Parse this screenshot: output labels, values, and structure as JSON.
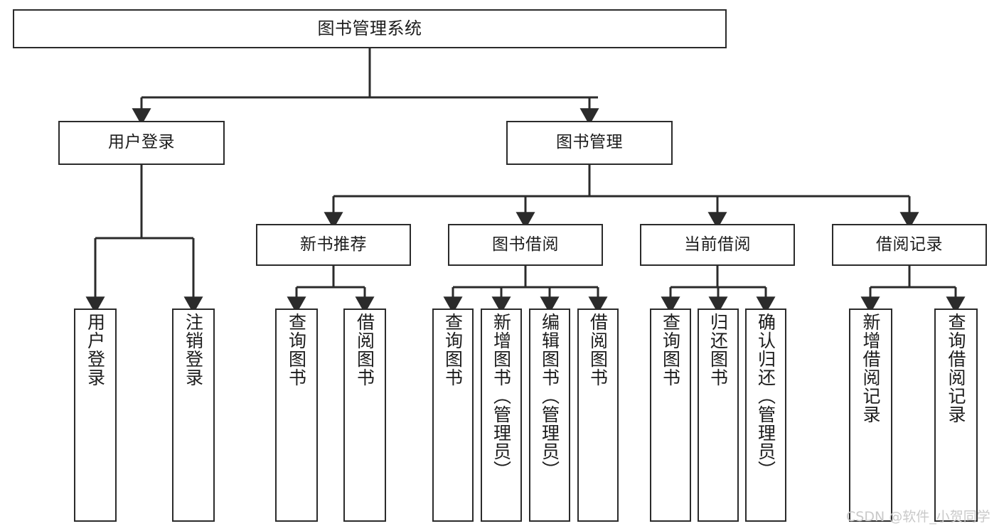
{
  "diagram": {
    "title": "图书管理系统",
    "watermark": "CSDN @软件_小贺同学",
    "line_color": "#2b2b2b",
    "box_fill": "#ffffff",
    "text_color": "#1c1c1c",
    "watermark_color": "#c9c9c9"
  },
  "nodes": {
    "root": {
      "label": "图书管理系统"
    },
    "level2": [
      {
        "label": "用户登录"
      },
      {
        "label": "图书管理"
      }
    ],
    "level3": [
      {
        "label": "新书推荐"
      },
      {
        "label": "图书借阅"
      },
      {
        "label": "当前借阅"
      },
      {
        "label": "借阅记录"
      }
    ],
    "leaves": {
      "user_login": [
        {
          "label": "用户登录"
        },
        {
          "label": "注销登录"
        }
      ],
      "new_book_recommend": [
        {
          "label": "查询图书"
        },
        {
          "label": "借阅图书"
        }
      ],
      "book_borrow": [
        {
          "label": "查询图书"
        },
        {
          "label": "新增图书（管理员）"
        },
        {
          "label": "编辑图书（管理员）"
        },
        {
          "label": "借阅图书"
        }
      ],
      "current_borrow": [
        {
          "label": "查询图书"
        },
        {
          "label": "归还图书"
        },
        {
          "label": "确认归还（管理员）"
        }
      ],
      "borrow_records": [
        {
          "label": "新增借阅记录"
        },
        {
          "label": "查询借阅记录"
        }
      ]
    }
  }
}
